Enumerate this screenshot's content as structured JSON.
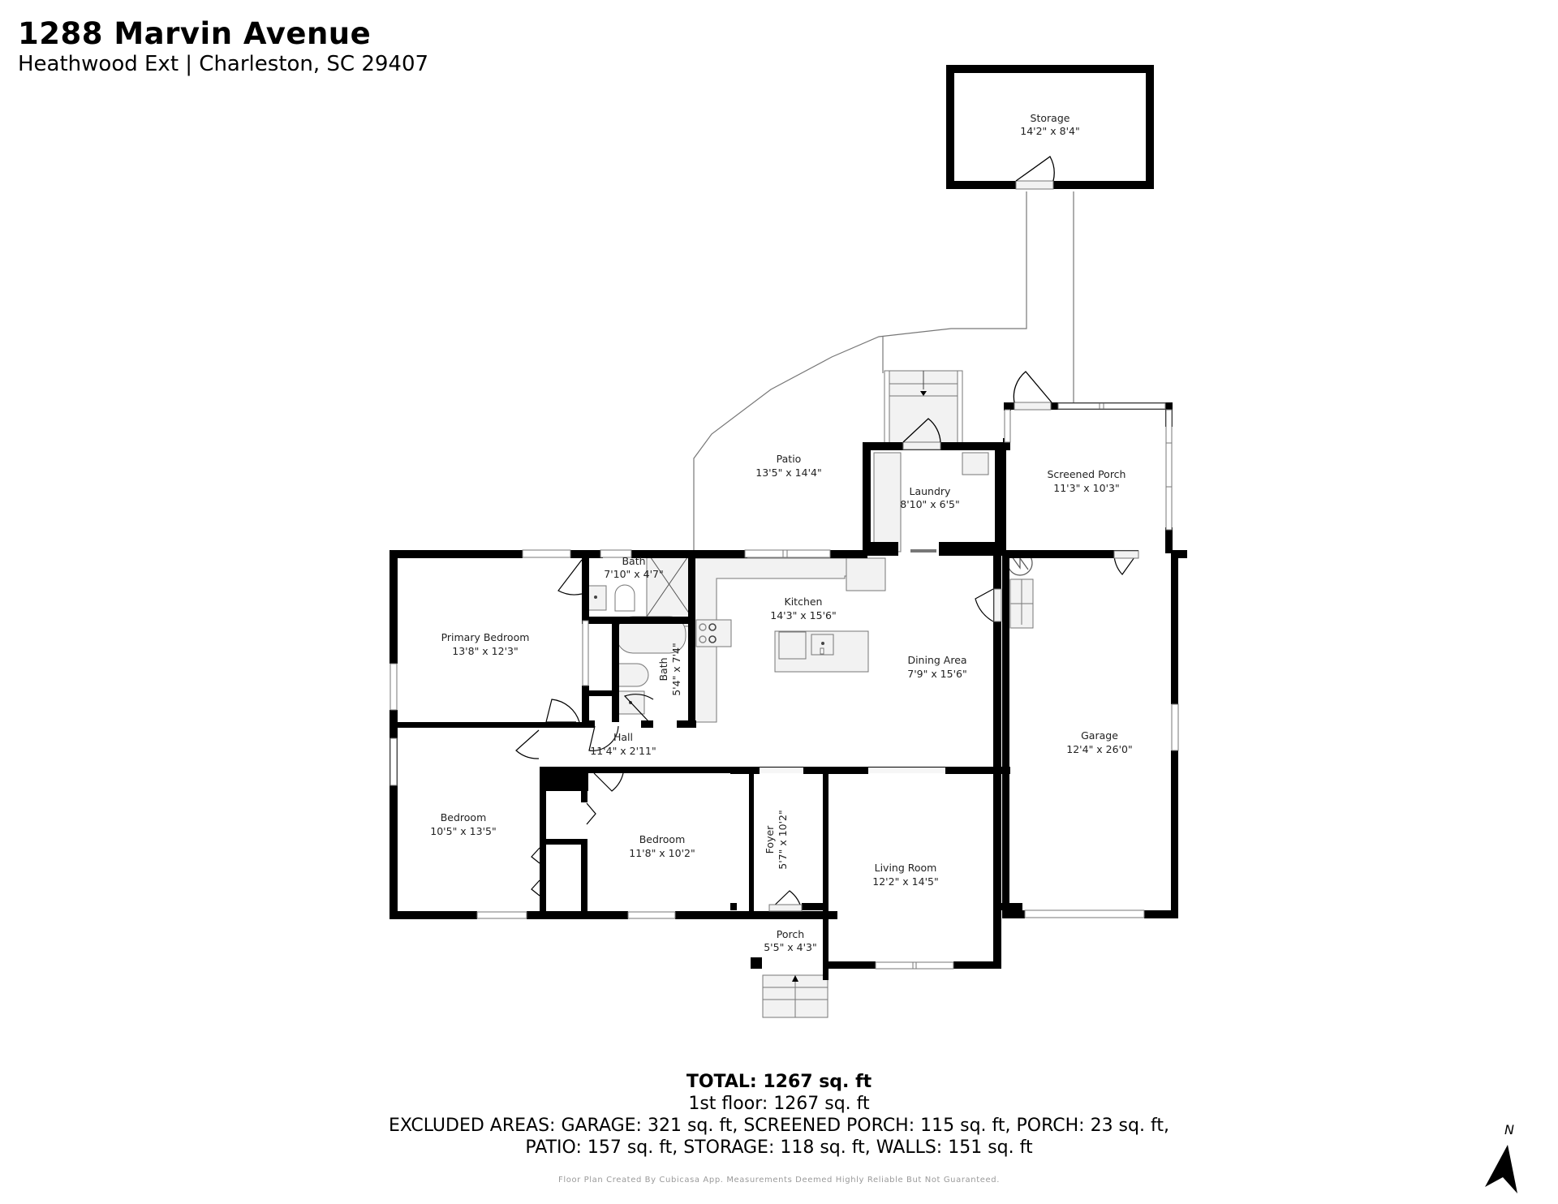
{
  "header": {
    "title": "1288 Marvin Avenue",
    "subtitle": "Heathwood Ext | Charleston, SC 29407"
  },
  "rooms": {
    "storage": {
      "name": "Storage",
      "dims": "14'2\" x 8'4\""
    },
    "patio": {
      "name": "Patio",
      "dims": "13'5\" x 14'4\""
    },
    "laundry": {
      "name": "Laundry",
      "dims": "8'10\" x 6'5\""
    },
    "screened_porch": {
      "name": "Screened Porch",
      "dims": "11'3\" x 10'3\""
    },
    "bath_1": {
      "name": "Bath",
      "dims": "7'10\" x 4'7\""
    },
    "primary_bedroom": {
      "name": "Primary Bedroom",
      "dims": "13'8\" x 12'3\""
    },
    "kitchen": {
      "name": "Kitchen",
      "dims": "14'3\" x 15'6\""
    },
    "dining_area": {
      "name": "Dining Area",
      "dims": "7'9\" x 15'6\""
    },
    "bath_2": {
      "name": "Bath",
      "dims": "5'4\" x 7'4\""
    },
    "hall": {
      "name": "Hall",
      "dims": "11'4\" x 2'11\""
    },
    "garage": {
      "name": "Garage",
      "dims": "12'4\" x 26'0\""
    },
    "bedroom_1": {
      "name": "Bedroom",
      "dims": "10'5\" x 13'5\""
    },
    "bedroom_2": {
      "name": "Bedroom",
      "dims": "11'8\" x 10'2\""
    },
    "foyer": {
      "name": "Foyer",
      "dims": "5'7\" x 10'2\""
    },
    "living_room": {
      "name": "Living Room",
      "dims": "12'2\" x 14'5\""
    },
    "porch": {
      "name": "Porch",
      "dims": "5'5\" x 4'3\""
    }
  },
  "summary": {
    "total": "TOTAL: 1267 sq. ft",
    "floor_1": "1st floor: 1267 sq. ft",
    "excluded_line_1": "EXCLUDED AREAS: GARAGE: 321 sq. ft, SCREENED PORCH: 115 sq. ft, PORCH: 23 sq. ft,",
    "excluded_line_2": "PATIO: 157 sq. ft, STORAGE: 118 sq. ft, WALLS: 151 sq. ft"
  },
  "disclaimer": "Floor Plan Created By Cubicasa App. Measurements Deemed Highly Reliable But Not Guaranteed.",
  "compass": {
    "label": "N",
    "icon": "north-arrow-icon"
  },
  "colors": {
    "wall": "#000000",
    "fixture_fill": "#f2f2f2",
    "fixture_stroke": "#666666",
    "outline": "#777777",
    "disclaimer": "#9a9a9a"
  }
}
